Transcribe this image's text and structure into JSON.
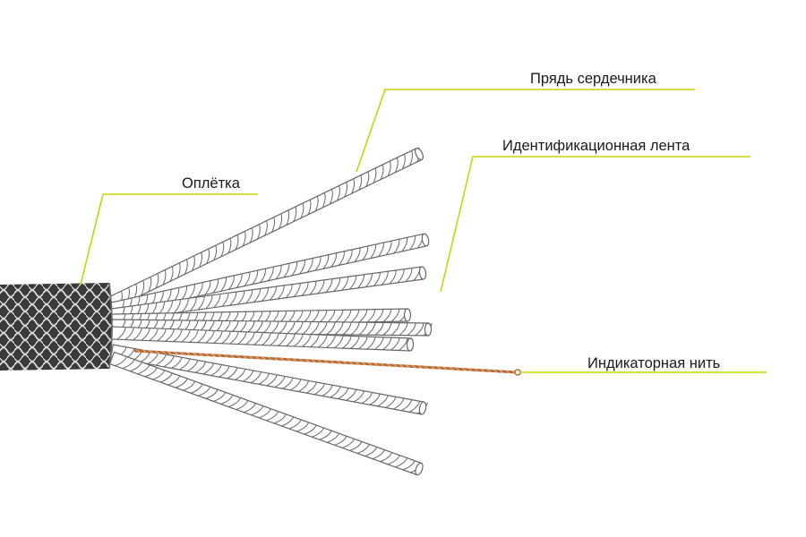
{
  "colors": {
    "leader": "#c8d400",
    "strand_stroke": "#666666",
    "strand_fill": "#ffffff",
    "braid_fill": "#3a3a3a",
    "braid_line": "#d9d9d9",
    "indicator": "#b66a32",
    "label": "#1a1a1a"
  },
  "labels": {
    "core_strand": "Прядь сердечника",
    "id_tape": "Идентификационная лента",
    "braid": "Оплётка",
    "indicator_thread": "Индикаторная нить"
  }
}
